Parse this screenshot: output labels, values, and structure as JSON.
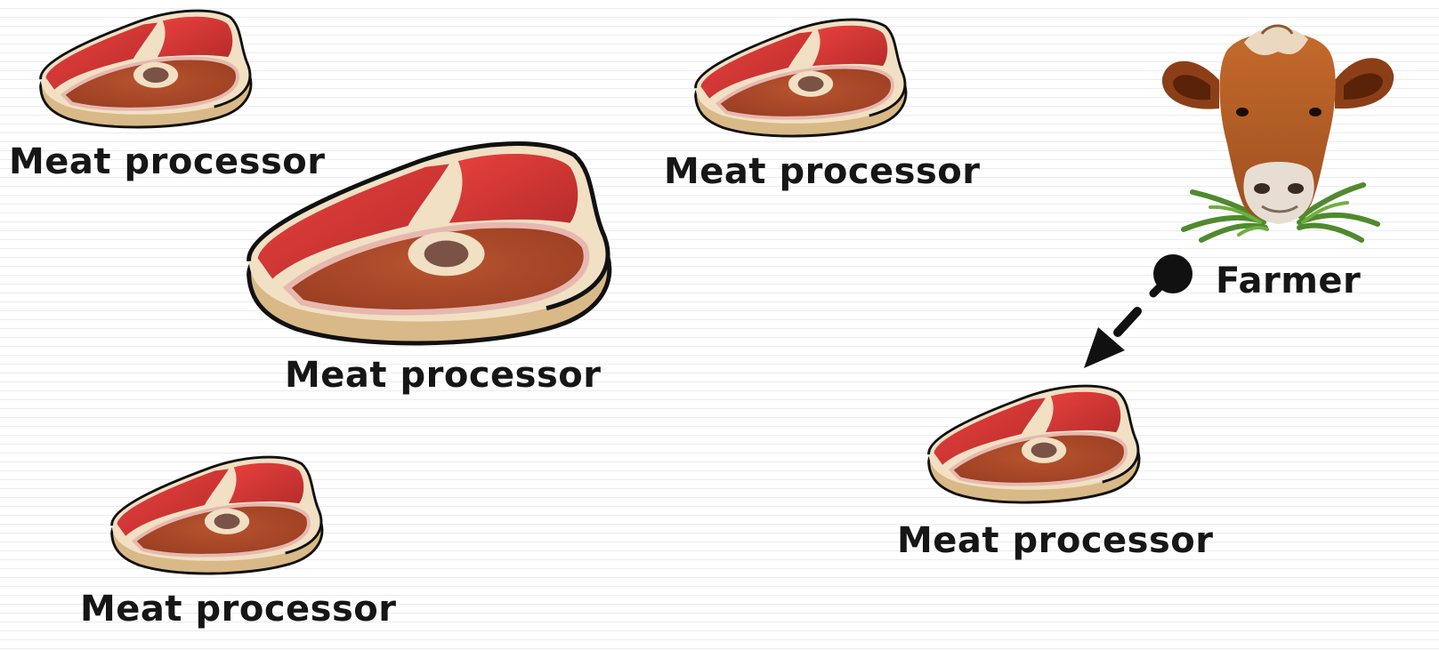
{
  "diagram": {
    "nodes": [
      {
        "id": "meat-processor-1",
        "label": "Meat processor",
        "icon": "steak-icon"
      },
      {
        "id": "meat-processor-2",
        "label": "Meat processor",
        "icon": "steak-icon"
      },
      {
        "id": "meat-processor-3",
        "label": "Meat processor",
        "icon": "steak-icon"
      },
      {
        "id": "meat-processor-4",
        "label": "Meat processor",
        "icon": "steak-icon"
      },
      {
        "id": "meat-processor-5",
        "label": "Meat processor",
        "icon": "steak-icon"
      },
      {
        "id": "farmer",
        "label": "Farmer",
        "icon": "cow-icon"
      }
    ],
    "edges": [
      {
        "from": "farmer",
        "to": "meat-processor-5",
        "style": "dashed-arrow-with-pin"
      }
    ]
  },
  "colors": {
    "meat_red": "#d93a36",
    "meat_brown": "#b04a2a",
    "fat_cream": "#f1e0c4",
    "rim_tan": "#d9b987",
    "outline": "#111111",
    "connector": "#111111"
  }
}
